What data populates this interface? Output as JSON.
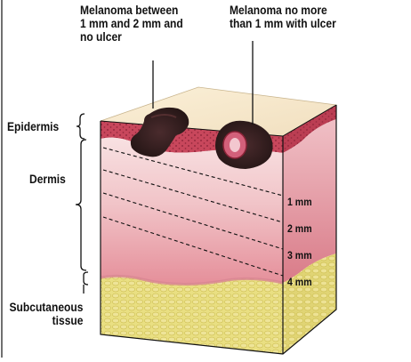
{
  "labels": {
    "melanoma_between": "Melanoma between\n1 mm and 2 mm and\nno ulcer",
    "melanoma_no_more": "Melanoma no more\nthan 1 mm with ulcer",
    "epidermis": "Epidermis",
    "dermis": "Dermis",
    "subcutaneous": "Subcutaneous\ntissue"
  },
  "depth_marks": [
    "1 mm",
    "2 mm",
    "3 mm",
    "4 mm"
  ],
  "colors": {
    "top_surface": "#f4e4c4",
    "epidermis": "#c9485e",
    "dermis_top": "#f6d6d8",
    "dermis_bottom": "#e79ba3",
    "subcutaneous": "#e6dc7c",
    "tumor": "#3a2323",
    "ulcer": "#d3607a"
  }
}
